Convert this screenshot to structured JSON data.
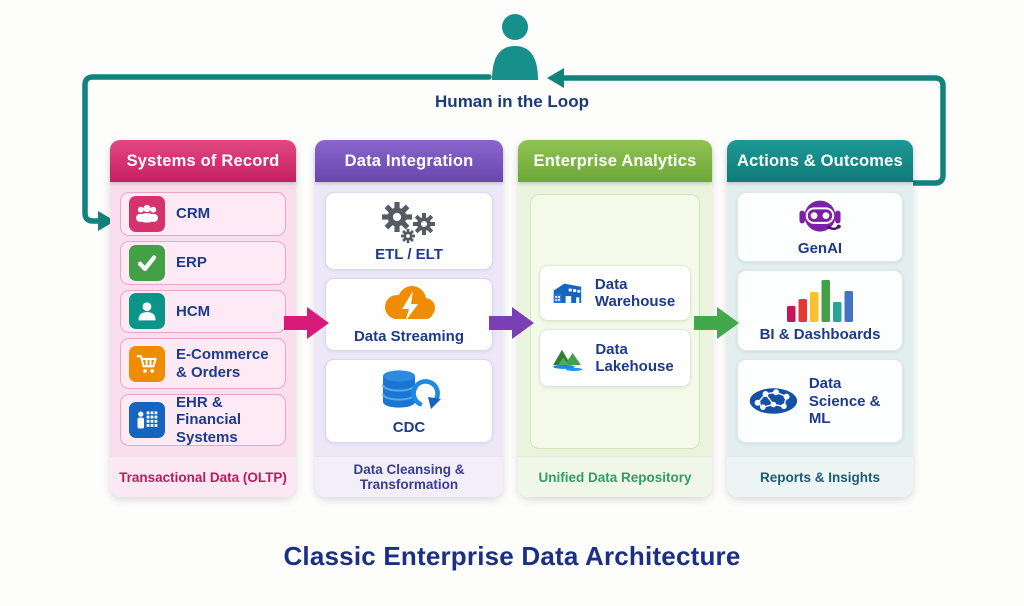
{
  "diagram": {
    "title": "Classic Enterprise Data Architecture",
    "human_in_loop_label": "Human in the Loop"
  },
  "columns": [
    {
      "title": "Systems of Record",
      "footer": "Transactional Data (OLTP)",
      "items": [
        {
          "label": "CRM",
          "icon": "crm-people-icon",
          "icon_color": "#d6336c"
        },
        {
          "label": "ERP",
          "icon": "erp-checkmark-icon",
          "icon_color": "#43a047"
        },
        {
          "label": "HCM",
          "icon": "hcm-person-icon",
          "icon_color": "#0d9488"
        },
        {
          "label": "E-Commerce & Orders",
          "icon": "ecommerce-cart-icon",
          "icon_color": "#f08c00"
        },
        {
          "label": "EHR & Financial Systems",
          "icon": "ehr-finance-icon",
          "icon_color": "#1565c0"
        }
      ]
    },
    {
      "title": "Data Integration",
      "footer": "Data Cleansing & Transformation",
      "items": [
        {
          "label": "ETL / ELT",
          "icon": "gears-icon"
        },
        {
          "label": "Data Streaming",
          "icon": "cloud-lightning-icon"
        },
        {
          "label": "CDC",
          "icon": "database-sync-icon"
        }
      ]
    },
    {
      "title": "Enterprise Analytics",
      "footer": "Unified Data Repository",
      "items": [
        {
          "label": "Data Warehouse",
          "icon": "warehouse-building-icon"
        },
        {
          "label": "Data Lakehouse",
          "icon": "lakehouse-mountains-icon"
        }
      ]
    },
    {
      "title": "Actions & Outcomes",
      "footer": "Reports & Insights",
      "items": [
        {
          "label": "GenAI",
          "icon": "genai-robot-icon"
        },
        {
          "label": "BI & Dashboards",
          "icon": "bar-chart-icon"
        },
        {
          "label": "Data Science & ML",
          "icon": "network-nodes-icon"
        }
      ]
    }
  ],
  "colors": {
    "loop_teal": "#12827d",
    "header_pink": "#d2336e",
    "header_purple": "#7552ba",
    "header_green": "#7cb342",
    "header_teal": "#17898b",
    "arrow_pink": "#d81b7b",
    "arrow_purple": "#7b3fb5",
    "arrow_green": "#43a849",
    "item_label_navy": "#1e3a8a",
    "title_navy": "#1b2f85"
  }
}
